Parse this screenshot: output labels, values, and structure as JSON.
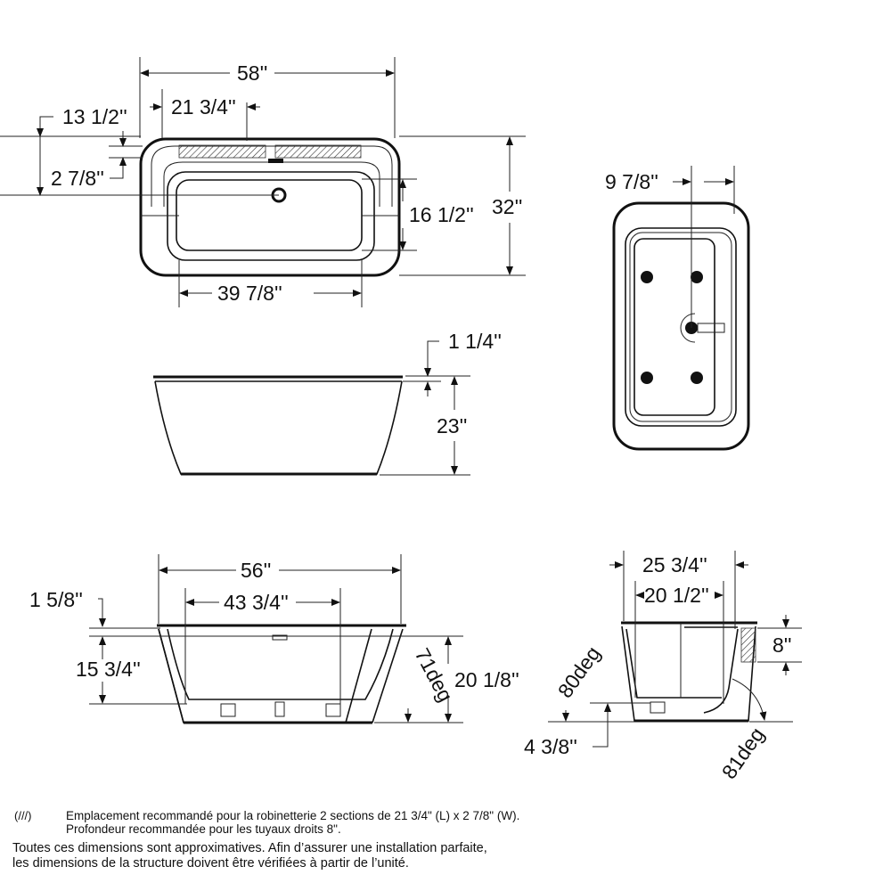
{
  "top_view": {
    "overall_length": "58''",
    "faucet_deck_length": "21 3/4''",
    "drain_from_back": "13 1/2''",
    "faucet_deck_width": "2 7/8''",
    "inner_width": "16 1/2''",
    "overall_width": "32''",
    "inner_length": "39 7/8''"
  },
  "bottom_view": {
    "drain_offset": "9 7/8''"
  },
  "end_view": {
    "rim_thickness": "1 1/4''",
    "overall_height": "23''"
  },
  "front_section": {
    "top_length": "56''",
    "bottom_length": "43 3/4''",
    "rim_to_overflow": "1 5/8''",
    "water_depth": "15 3/4''",
    "interior_depth": "20 1/8''",
    "wall_angle": "71deg"
  },
  "side_section": {
    "outer_width": "25 3/4''",
    "inner_width": "20 1/2''",
    "pipe_depth": "8''",
    "wall_angle_left": "80deg",
    "floor_height": "4 3/8''",
    "wall_angle_right": "81deg"
  },
  "notes": {
    "legend_symbol": "(///)",
    "faucet_note_line1": "Emplacement recommandé pour la robinetterie 2 sections de 21 3/4\" (L) x 2 7/8\" (W).",
    "faucet_note_line2": "Profondeur recommandée pour les tuyaux droits 8\".",
    "disclaimer_line1": "Toutes ces dimensions sont approximatives. Afin d’assurer une installation parfaite,",
    "disclaimer_line2": "les dimensions de la structure doivent être vérifiées à partir de l’unité."
  }
}
